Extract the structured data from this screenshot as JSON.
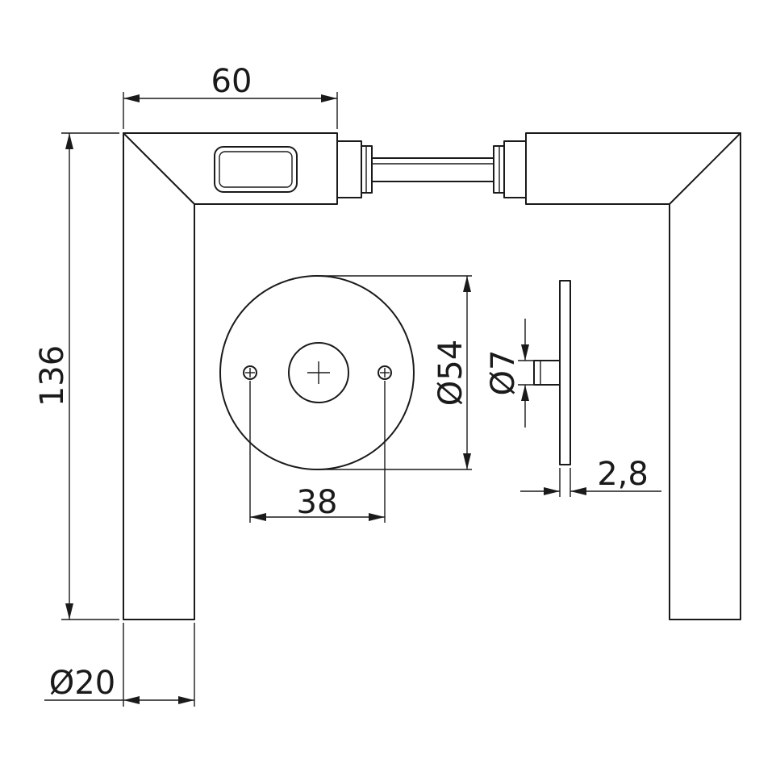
{
  "dimensions": {
    "width_top": "60",
    "height_left": "136",
    "rosette_diameter": "Ø54",
    "hole_spacing": "38",
    "spindle_diameter": "Ø7",
    "plate_thickness": "2,8",
    "grip_diameter": "Ø20"
  },
  "colors": {
    "line": "#1a1a1a",
    "background": "#ffffff"
  }
}
